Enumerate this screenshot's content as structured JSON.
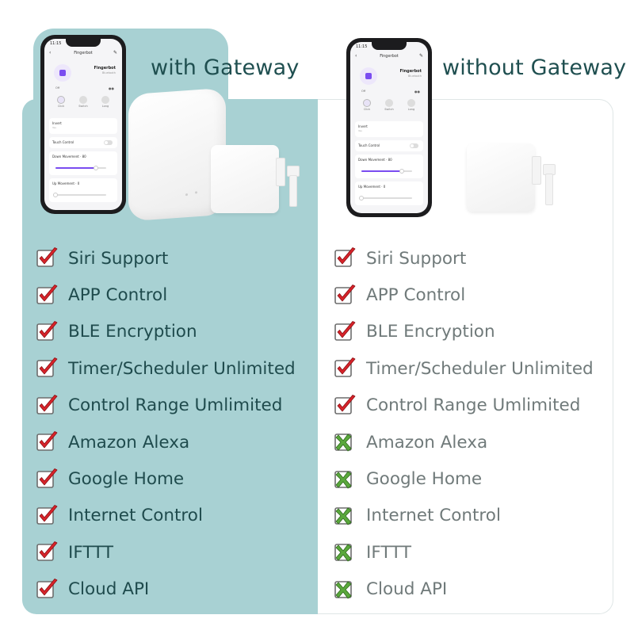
{
  "headings": {
    "with": "with Gateway",
    "without": "without Gateway"
  },
  "phone": {
    "time": "11:15",
    "title": "Fingerbot",
    "device_name": "Fingerbot",
    "device_sub": "Bluetooth",
    "power_state": "Off",
    "battery": "●●",
    "modes": [
      "Click",
      "Switch",
      "Long"
    ],
    "invert_label": "Invert",
    "invert_sub": "Yes",
    "touch_control_label": "Touch Control",
    "down_movement_label": "Down Movement",
    "down_movement_value": "80",
    "down_movement_percent": 80,
    "up_movement_label": "Up Movement",
    "up_movement_value": "0",
    "up_movement_percent": 0
  },
  "features": [
    {
      "label": "Siri Support",
      "with": "check",
      "without": "check"
    },
    {
      "label": "APP Control",
      "with": "check",
      "without": "check"
    },
    {
      "label": "BLE Encryption",
      "with": "check",
      "without": "check"
    },
    {
      "label": "Timer/Scheduler Unlimited",
      "with": "check",
      "without": "check"
    },
    {
      "label": "Control Range Umlimited",
      "with": "check",
      "without": "check"
    },
    {
      "label": "Amazon Alexa",
      "with": "check",
      "without": "cross"
    },
    {
      "label": "Google Home",
      "with": "check",
      "without": "cross"
    },
    {
      "label": "Internet Control",
      "with": "check",
      "without": "cross"
    },
    {
      "label": "IFTTT",
      "with": "check",
      "without": "cross"
    },
    {
      "label": "Cloud API",
      "with": "check",
      "without": "cross"
    }
  ],
  "colors": {
    "check": "#d8232a",
    "cross": "#5aa83c",
    "panel": "#a8d1d3",
    "heading": "#1f4f50"
  },
  "icons": {
    "check": "checkbox-check-icon",
    "cross": "checkbox-cross-icon"
  }
}
